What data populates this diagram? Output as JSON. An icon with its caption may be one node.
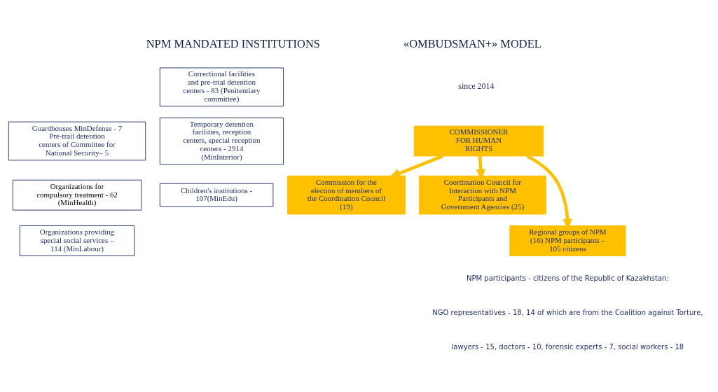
{
  "diagram": {
    "nodes": [
      {
        "text": [
          "Correctional facilities and pre-trial detention centers - 83 (Penitentiary committee)"
        ]
      },
      {
        "text": [
          "Guardhouses MinDefense - 7 Pre-trail detention centers of Committee for National Security– 5"
        ]
      },
      {
        "text": [
          "Temporary detention facilities, reception centers, special reception centers - 2914 (MinInterior)"
        ]
      },
      {
        "text": [
          "Organizations for compulsory treatment - 62 (MinHealth)"
        ]
      },
      {
        "text": [
          "Children's institutions - 107(MinEdu)"
        ]
      },
      {
        "text": [
          "Organizations providing special social services – 114 (MinLabour)"
        ]
      },
      {
        "text": [
          "COMMISSIONER FOR HUMAN RIGHTS"
        ]
      },
      {
        "text": [
          "Commission for the election of members of the Coordination Council (19)"
        ]
      },
      {
        "text": [
          "Coordination Council for Interaction with NPM Participants and Government Agencies (25)"
        ]
      },
      {
        "text": [
          "Regional groups of NPM (16) NPM participants – 105 citizens"
        ]
      }
    ],
    "edges": [
      {
        "from": 6,
        "to": 7,
        "arrow": "to"
      },
      {
        "from": 6,
        "to": 8,
        "arrow": "to"
      },
      {
        "from": 6,
        "to": 9,
        "arrow": "to"
      }
    ],
    "labels": [
      "NPM MANDATED INSTITUTIONS",
      "«OMBUDSMAN+» MODEL",
      "since 2014",
      "NPM participants - citizens of the Republic of Kazakhstan:",
      "NGO representatives - 18, 14 of which are from the Coalition against Torture,",
      "lawyers - 15, doctors - 10, forensic experts - 7, social workers - 18"
    ]
  }
}
